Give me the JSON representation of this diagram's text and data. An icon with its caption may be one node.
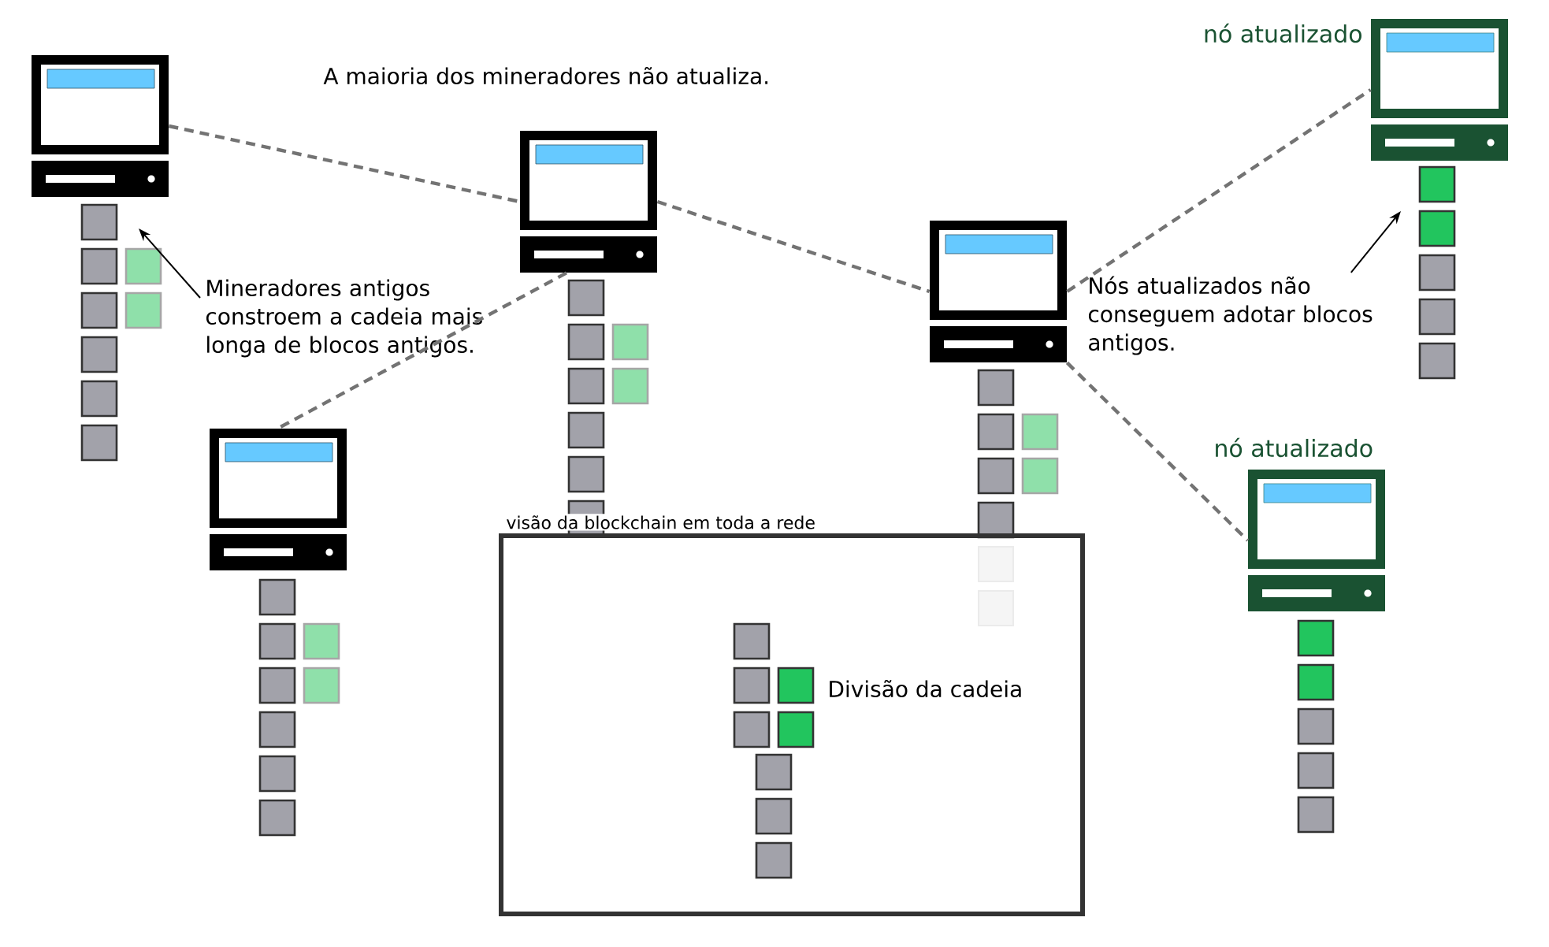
{
  "diagram": {
    "title": "A maioria dos mineradores não atualiza.",
    "nodes": [
      {
        "text": [],
        "shape": "computer"
      },
      {
        "text": [],
        "shape": "computer"
      },
      {
        "text": [],
        "shape": "computer"
      },
      {
        "text": [],
        "shape": "computer",
        "beside": [
          "nó atualizado"
        ]
      },
      {
        "text": [],
        "shape": "computer"
      },
      {
        "text": [],
        "shape": "computer",
        "beside": [
          "nó atualizado"
        ]
      },
      {
        "text": [
          "Mineradores antigos constroem a cadeia mais longa de blocos antigos."
        ]
      },
      {
        "text": [
          "Nós atualizados não conseguem adotar blocos antigos."
        ]
      },
      {
        "text": [
          "visão da blockchain em toda a rede",
          "Divisão da cadeia"
        ]
      }
    ],
    "edges": [
      {
        "from": 0,
        "to": 1,
        "arrow": "none",
        "style": "dashed"
      },
      {
        "from": 1,
        "to": 2,
        "arrow": "none",
        "style": "dashed"
      },
      {
        "from": 2,
        "to": 3,
        "arrow": "none",
        "style": "dashed"
      },
      {
        "from": 2,
        "to": 5,
        "arrow": "none",
        "style": "dashed"
      },
      {
        "from": 1,
        "to": 4,
        "arrow": "none",
        "style": "dashed"
      },
      {
        "from": 6,
        "to": null,
        "arrow": "to",
        "color": "#000000"
      },
      {
        "from": 7,
        "to": null,
        "arrow": "to",
        "color": "#000000"
      }
    ]
  }
}
